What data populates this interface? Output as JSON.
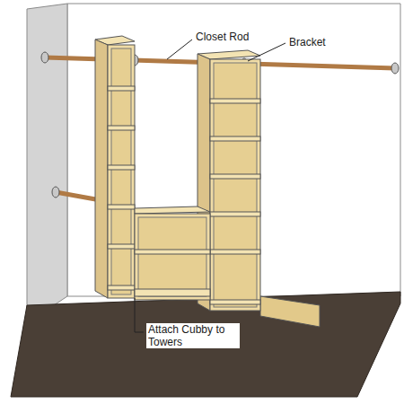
{
  "diagram": {
    "labels": [
      "Closet Rod",
      "Bracket",
      "Attach Cubby to Towers"
    ]
  }
}
